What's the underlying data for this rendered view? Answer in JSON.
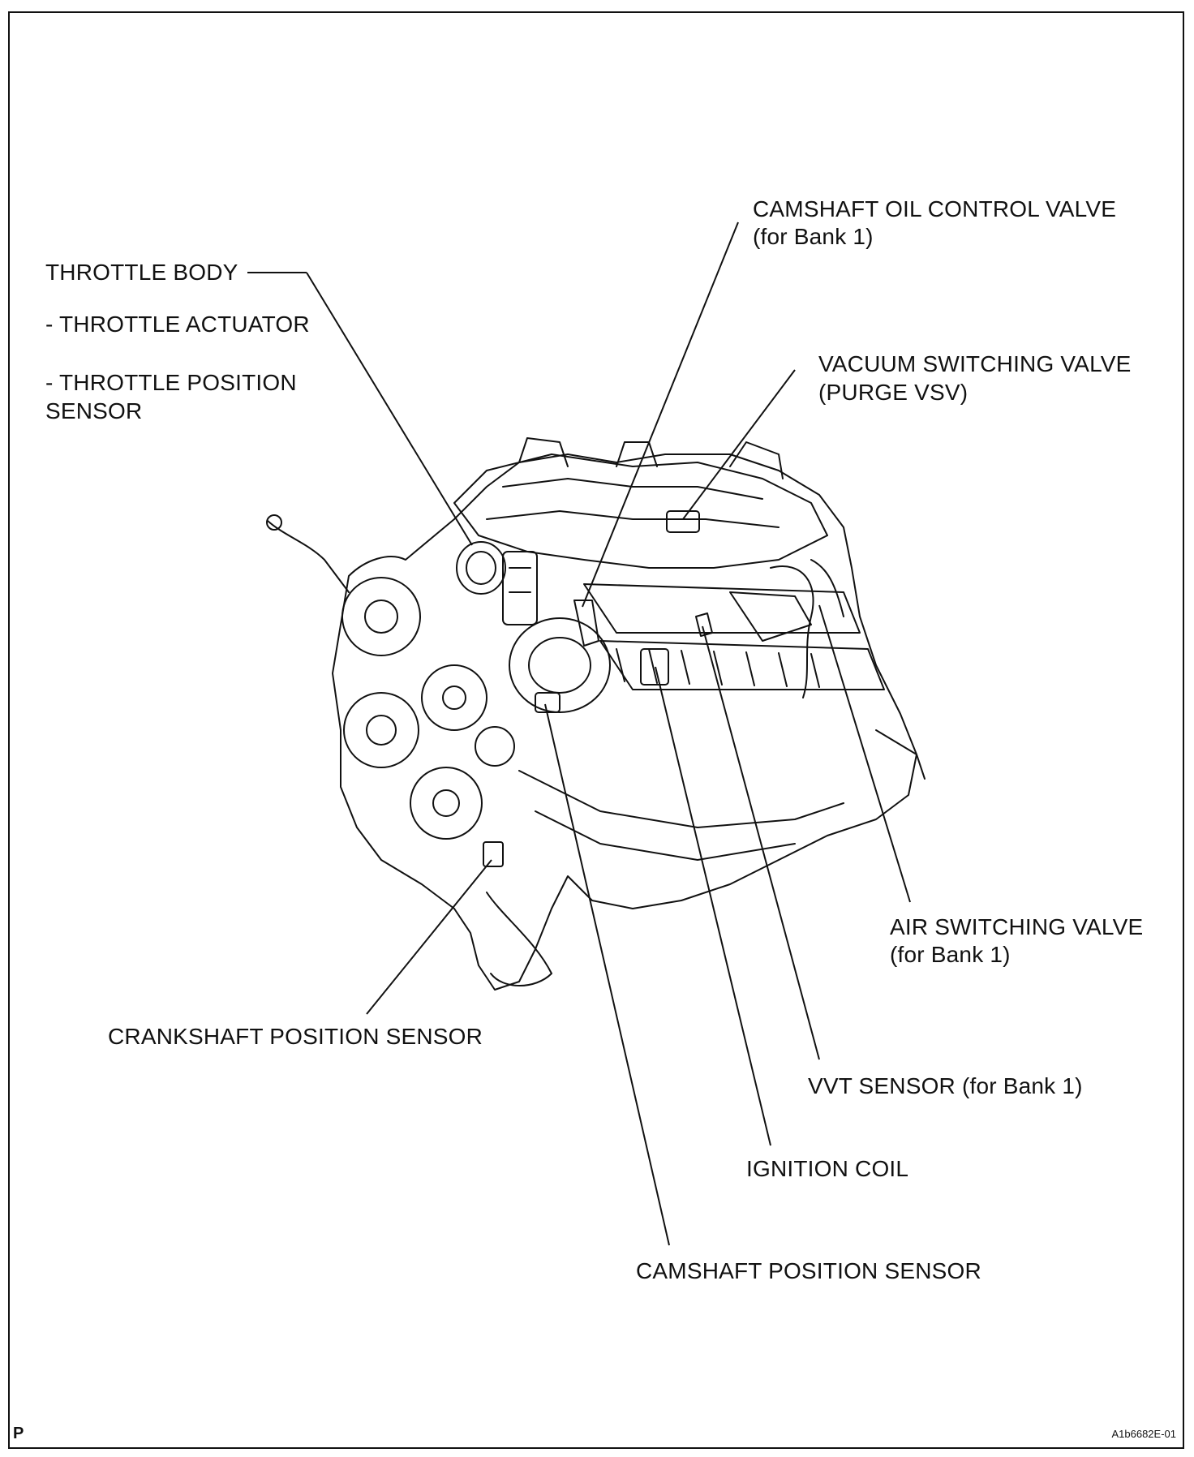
{
  "labels": {
    "throttle_body": "THROTTLE BODY",
    "throttle_actuator": "- THROTTLE ACTUATOR",
    "throttle_position_1": "- THROTTLE POSITION",
    "throttle_position_2": "SENSOR",
    "camshaft_ocv_1": "CAMSHAFT OIL CONTROL VALVE",
    "camshaft_ocv_2": "(for Bank 1)",
    "vsv_1": "VACUUM SWITCHING VALVE",
    "vsv_2": "(PURGE VSV)",
    "air_switching_1": "AIR SWITCHING VALVE",
    "air_switching_2": "(for Bank 1)",
    "crankshaft_sensor": "CRANKSHAFT POSITION SENSOR",
    "vvt_sensor": "VVT SENSOR (for Bank 1)",
    "ignition_coil": "IGNITION COIL",
    "camshaft_sensor": "CAMSHAFT POSITION SENSOR"
  },
  "footer": {
    "corner_letter": "P",
    "figure_code": "A1b6682E-01"
  }
}
